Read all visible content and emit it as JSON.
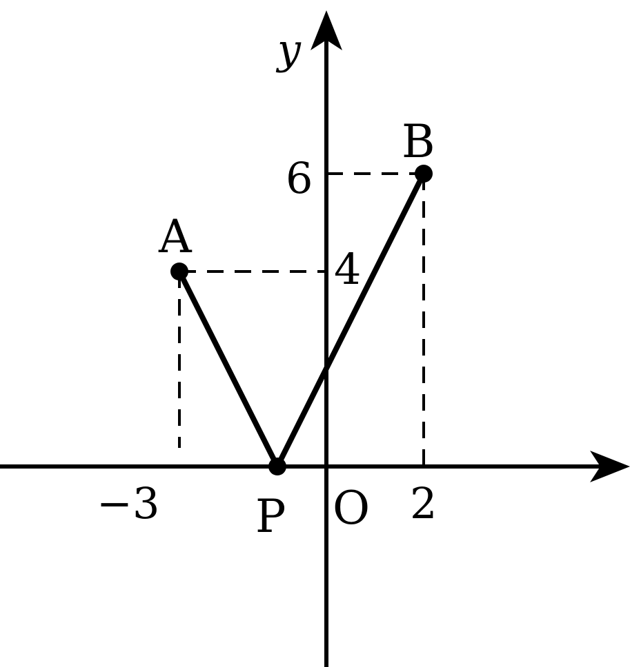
{
  "axes": {
    "x_label": "",
    "y_label": "y",
    "origin_label": "O"
  },
  "ticks": {
    "x": [
      {
        "value": -3,
        "text": "−3"
      },
      {
        "value": 2,
        "text": "2"
      }
    ],
    "y": [
      {
        "value": 4,
        "text": "4"
      },
      {
        "value": 6,
        "text": "6"
      }
    ]
  },
  "points": {
    "A": {
      "label": "A",
      "x": -3,
      "y": 4
    },
    "B": {
      "label": "B",
      "x": 2,
      "y": 6
    },
    "P": {
      "label": "P",
      "x": -1,
      "y": 0
    }
  },
  "colors": {
    "ink": "#000000",
    "background": "#ffffff"
  }
}
